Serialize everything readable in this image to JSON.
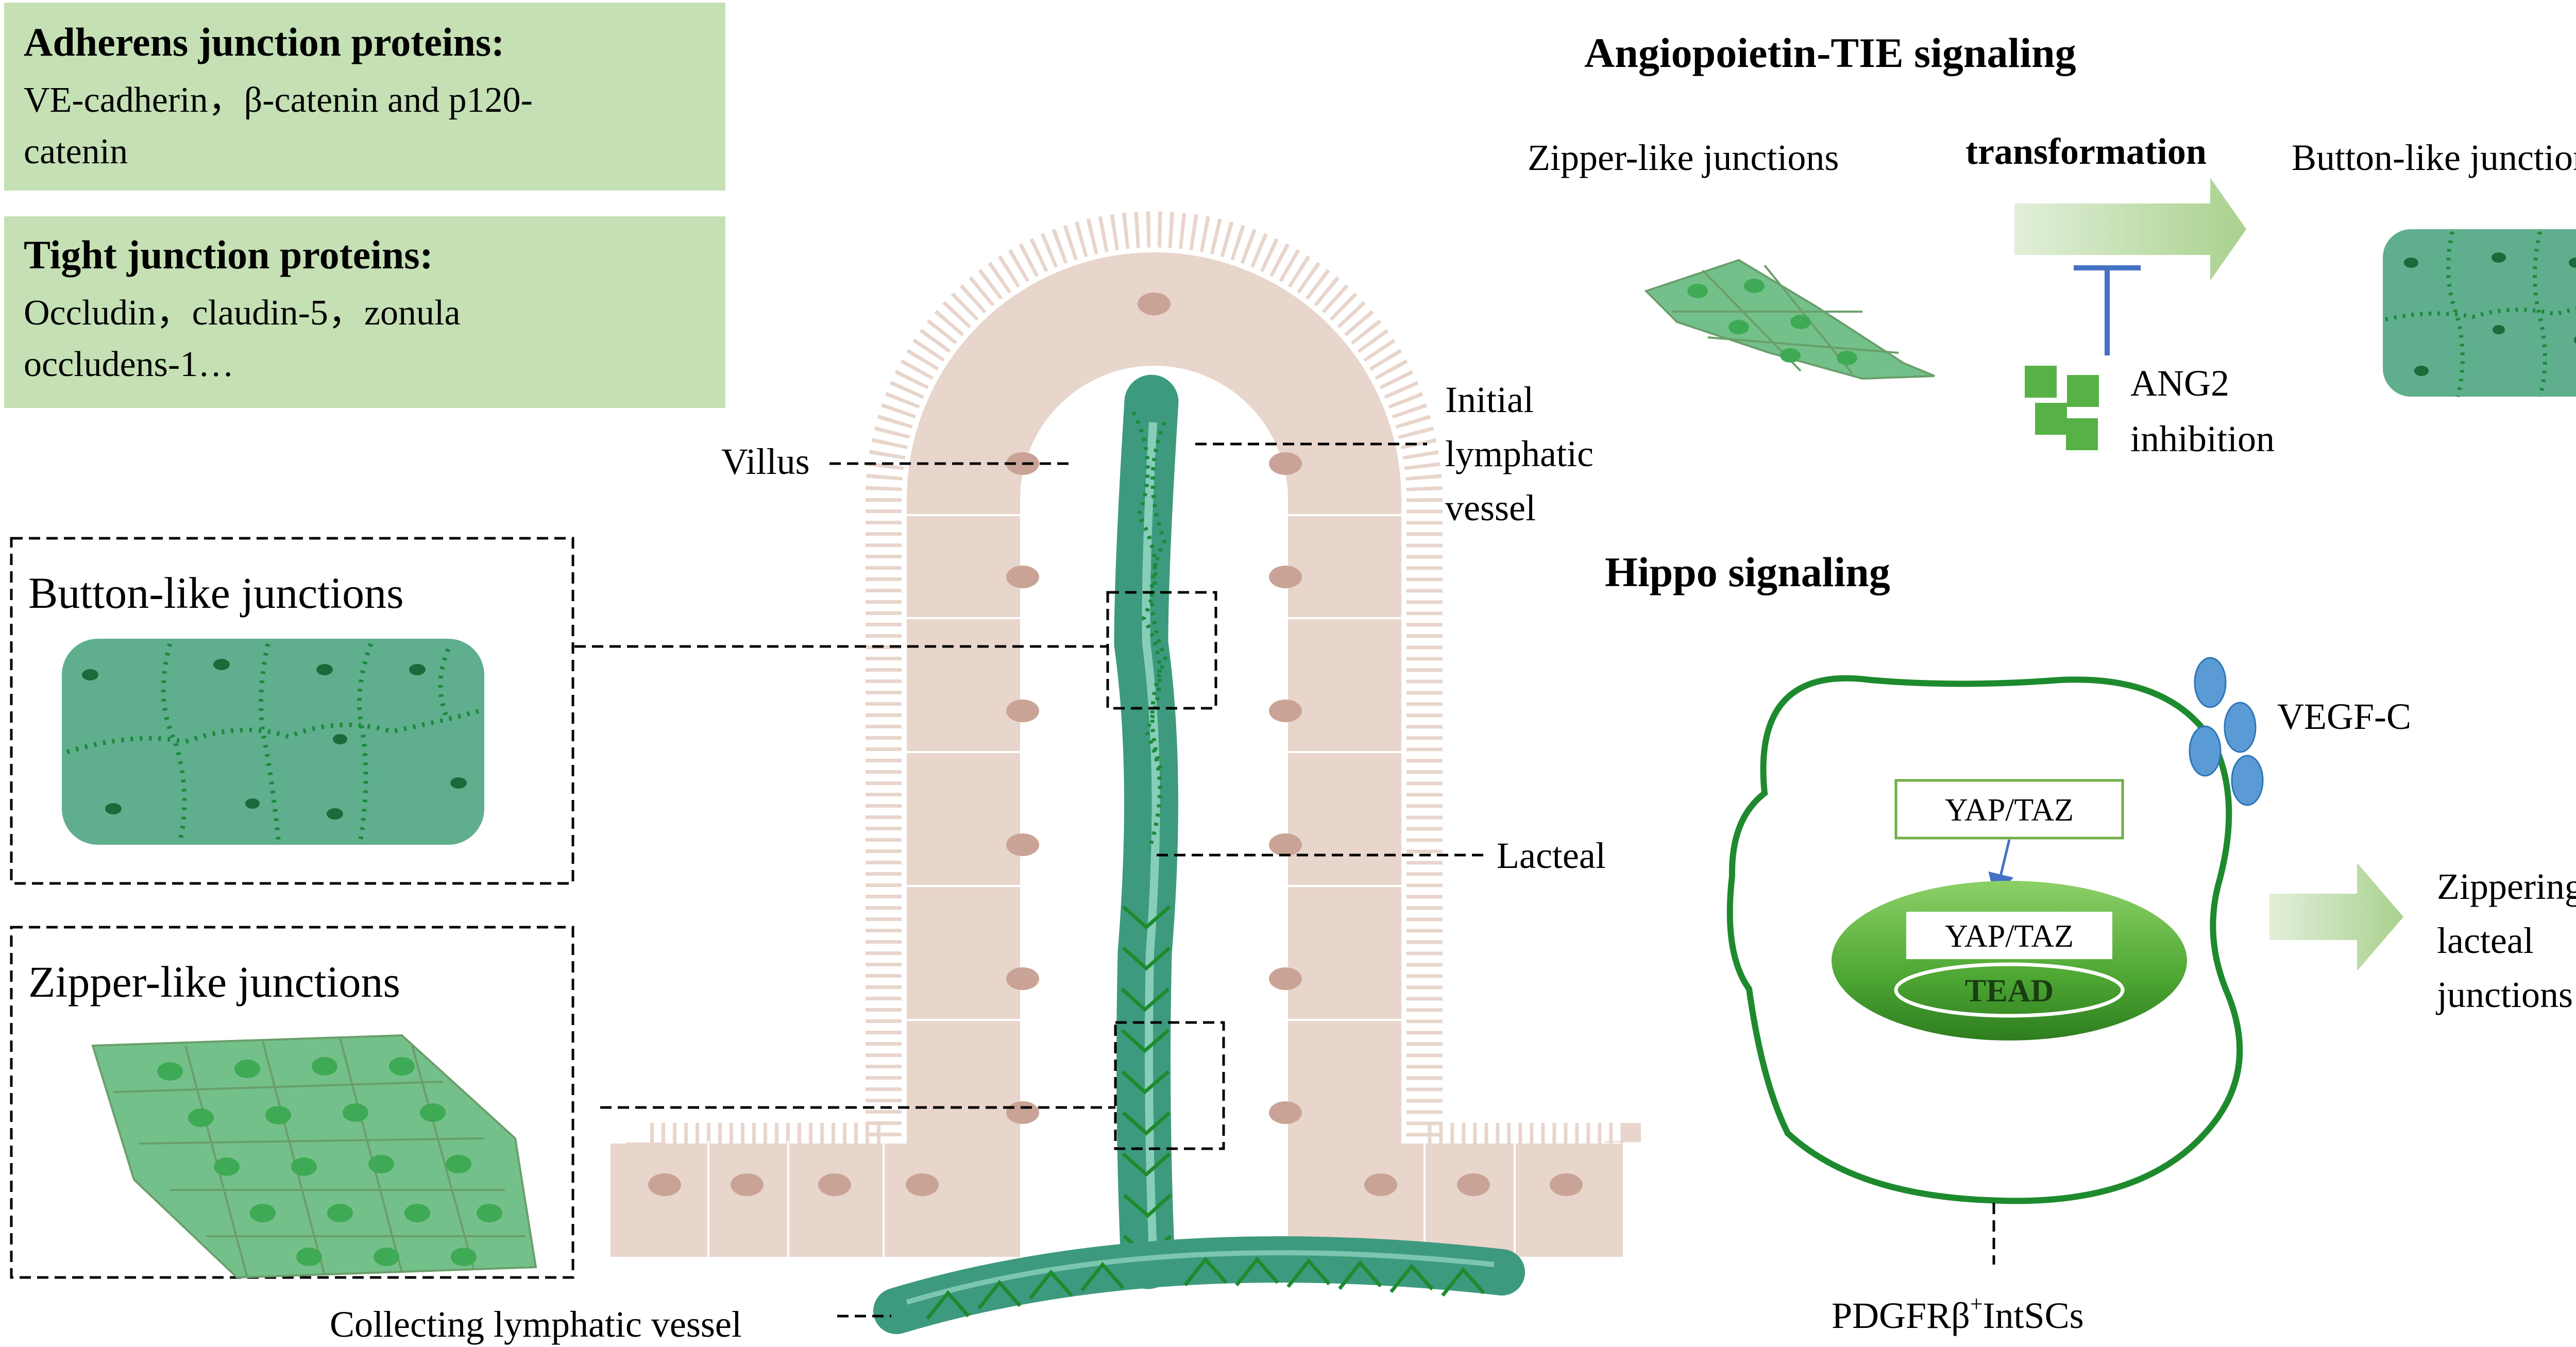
{
  "adherens": {
    "title": "Adherens junction proteins:",
    "line1": "VE-cadherin，β-catenin and p120-",
    "line2": "catenin"
  },
  "tight": {
    "title": "Tight junction proteins:",
    "line1": "Occludin，claudin-5，zonula",
    "line2": "occludens-1…"
  },
  "villus": {
    "villus_label": "Villus",
    "initial_line1": "Initial",
    "initial_line2": "lymphatic",
    "initial_line3": "vessel",
    "lacteal_label": "Lacteal",
    "collecting_label": "Collecting lymphatic vessel"
  },
  "left_panels": {
    "button_label": "Button-like junctions",
    "zipper_label": "Zipper-like junctions"
  },
  "angiopoietin": {
    "title": "Angiopoietin-TIE signaling",
    "zipper_label": "Zipper-like junctions",
    "transformation_label": "transformation",
    "button_label": "Button-like junctions",
    "inhibitor_line1": "ANG2",
    "inhibitor_line2": "inhibition"
  },
  "hippo": {
    "title": "Hippo signaling",
    "vegf_label": "VEGF-C",
    "yap_outer": "YAP/TAZ",
    "yap_inner": "YAP/TAZ",
    "tead_label": "TEAD",
    "output_line1": "Zippering",
    "output_line2": "lacteal",
    "output_line3": "junctions",
    "cell_label_main": "PDGFRβ",
    "cell_label_sup": "+",
    "cell_label_tail": "IntSCs"
  },
  "colors": {
    "box_green": "#c5e0b4",
    "junction_teal": "#5fae8e",
    "dot_green": "#1a8a3a",
    "epithelium": "#e8d5cb",
    "nucleus": "#c9a496",
    "membrane_green": "#1e8a2e",
    "arrow_green": "#a9d18e",
    "vegf_blue": "#5b9bd5"
  }
}
